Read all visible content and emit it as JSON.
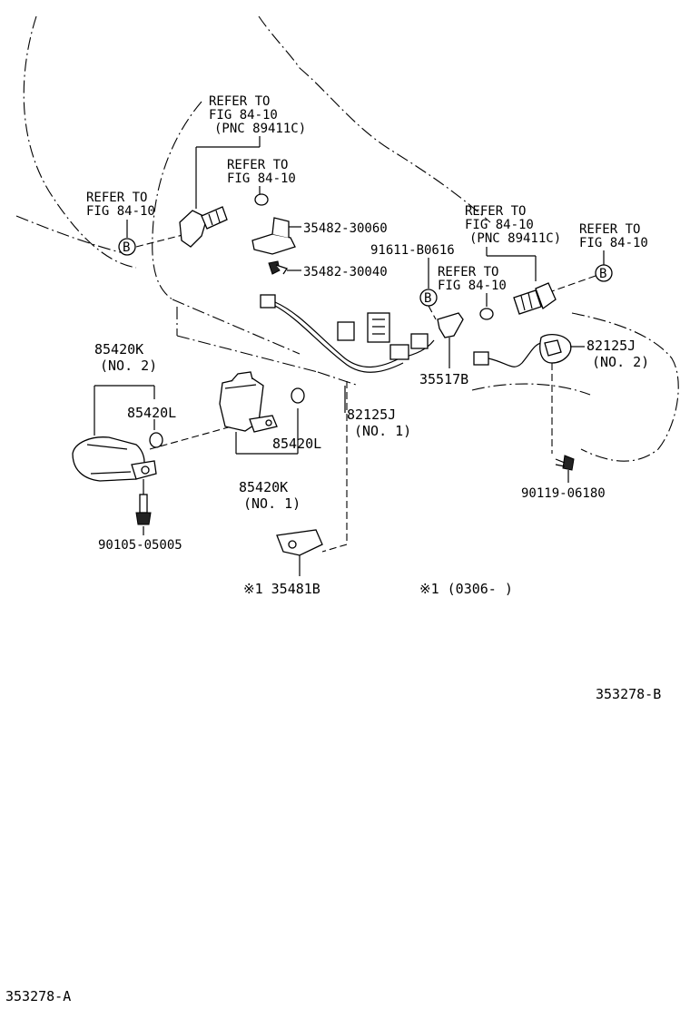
{
  "labels": {
    "refer_fig_pnc_left": [
      "REFER TO",
      "FIG 84-10",
      "(PNC 89411C)"
    ],
    "refer_fig_mid": [
      "REFER TO",
      "FIG 84-10"
    ],
    "refer_fig_left": [
      "REFER TO",
      "FIG 84-10"
    ],
    "refer_fig_pnc_right": [
      "REFER TO",
      "FIG 84-10",
      "(PNC 89411C)"
    ],
    "refer_fig_right_mid": [
      "REFER TO",
      "FIG 84-10"
    ],
    "refer_fig_far_right": [
      "REFER TO",
      "FIG 84-10"
    ],
    "b_marker": "B",
    "p_35482_30060": "35482-30060",
    "p_35482_30040": "35482-30040",
    "p_91611_b0616": "91611-B0616",
    "p_35517b": "35517B",
    "p_82125j_no1": [
      "82125J",
      "(NO. 1)"
    ],
    "p_82125j_no2": [
      "82125J",
      "(NO. 2)"
    ],
    "p_85420k_no2": [
      "85420K",
      "(NO. 2)"
    ],
    "p_85420l_left": "85420L",
    "p_85420l_mid": "85420L",
    "p_85420k_no1": [
      "85420K",
      "(NO. 1)"
    ],
    "p_90105_05005": "90105-05005",
    "p_90119_06180": "90119-06180",
    "p_35481b": "※1 35481B",
    "note_1": "※1 (0306-     )",
    "code_b": "353278-B",
    "code_a": "353278-A"
  }
}
